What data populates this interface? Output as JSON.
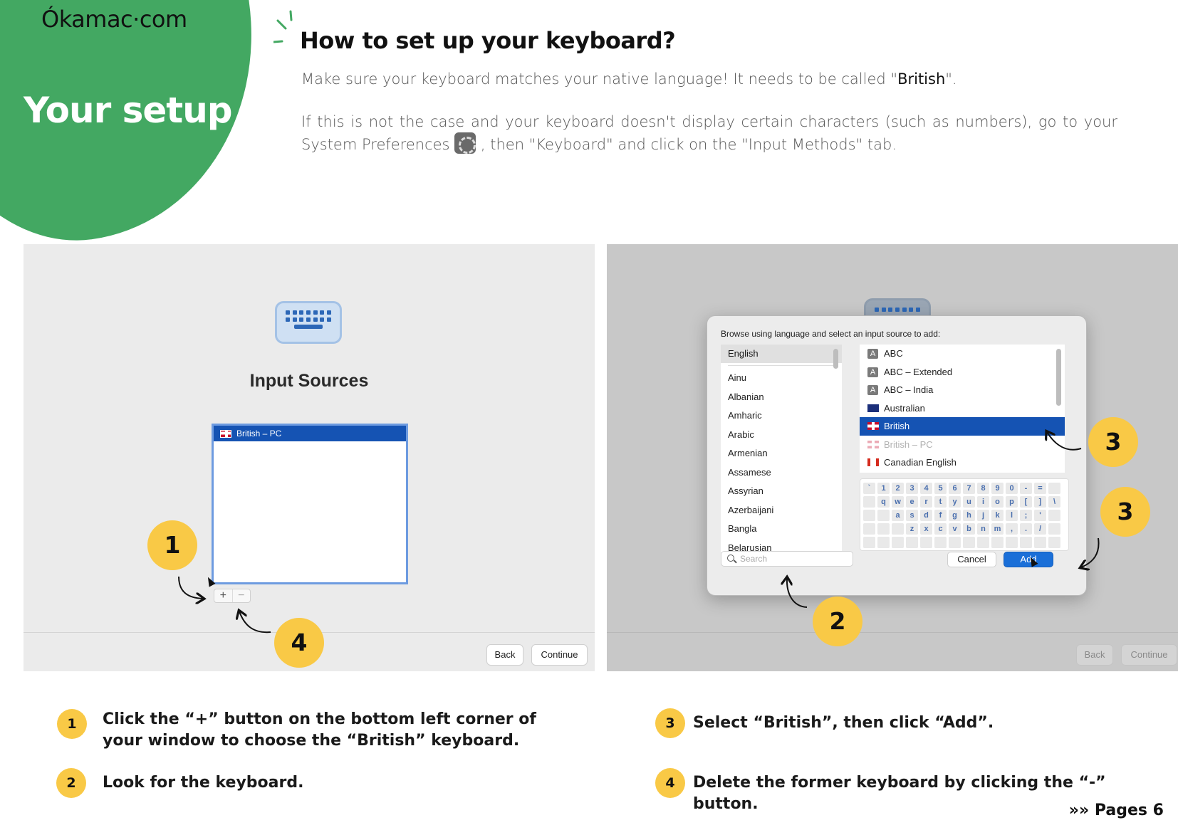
{
  "brand": {
    "logo": "Ókamac·com",
    "section_title": "Your setup"
  },
  "header": {
    "title": "How to set up your keyboard?",
    "p1_before": "Make sure your keyboard matches your native language! It needs to be called \"",
    "p1_bold": "British",
    "p1_after": "\".",
    "p2_before": "If this is not the case and your keyboard doesn't display certain characters (such as numbers), go to your System Preferences",
    "p2_after": ", then \"Keyboard\" and click on the \"Input Methods\" tab.",
    "prefs_icon": "system-preferences-icon"
  },
  "left_screen": {
    "title": "Input Sources",
    "selected_source": "British – PC",
    "plus": "+",
    "minus": "−",
    "back": "Back",
    "continue": "Continue"
  },
  "dialog": {
    "title": "Browse using language and select an input source to add:",
    "languages_first": "English",
    "languages": [
      "Ainu",
      "Albanian",
      "Amharic",
      "Arabic",
      "Armenian",
      "Assamese",
      "Assyrian",
      "Azerbaijani",
      "Bangla",
      "Belarusian"
    ],
    "sources": [
      {
        "label": "ABC",
        "icon": "A"
      },
      {
        "label": "ABC – Extended",
        "icon": "A"
      },
      {
        "label": "ABC – India",
        "icon": "A"
      },
      {
        "label": "Australian",
        "icon": "flag-au"
      },
      {
        "label": "British",
        "icon": "flag-uk"
      },
      {
        "label": "British – PC",
        "icon": "flag-uk"
      },
      {
        "label": "Canadian English",
        "icon": "flag-ca"
      }
    ],
    "keyboard_rows": [
      [
        "`",
        "1",
        "2",
        "3",
        "4",
        "5",
        "6",
        "7",
        "8",
        "9",
        "0",
        "-",
        "=",
        ""
      ],
      [
        "",
        "q",
        "w",
        "e",
        "r",
        "t",
        "y",
        "u",
        "i",
        "o",
        "p",
        "[",
        "]",
        "\\"
      ],
      [
        "",
        "",
        "a",
        "s",
        "d",
        "f",
        "g",
        "h",
        "j",
        "k",
        "l",
        ";",
        "'",
        ""
      ],
      [
        "",
        "",
        "",
        "z",
        "x",
        "c",
        "v",
        "b",
        "n",
        "m",
        ",",
        ".",
        "/",
        ""
      ],
      [
        "",
        "",
        "",
        "",
        "",
        "",
        "",
        "",
        "",
        "",
        "",
        "",
        "",
        ""
      ]
    ],
    "search_placeholder": "Search",
    "cancel": "Cancel",
    "add": "Add",
    "back": "Back",
    "continue": "Continue"
  },
  "badges": {
    "one": "1",
    "two": "2",
    "three": "3",
    "four": "4"
  },
  "steps": [
    {
      "num": "1",
      "text": "Click the “+” button on the bottom left corner of your window to choose the “British” keyboard."
    },
    {
      "num": "2",
      "text": "Look for the keyboard."
    },
    {
      "num": "3",
      "text": "Select “British”, then click “Add”."
    },
    {
      "num": "4",
      "text": "Delete the former keyboard by clicking the “-” button."
    }
  ],
  "footer": {
    "pages": "»» Pages 6"
  },
  "colors": {
    "green": "#43a862",
    "yellow": "#f9c946",
    "mac_blue": "#1553b3"
  }
}
